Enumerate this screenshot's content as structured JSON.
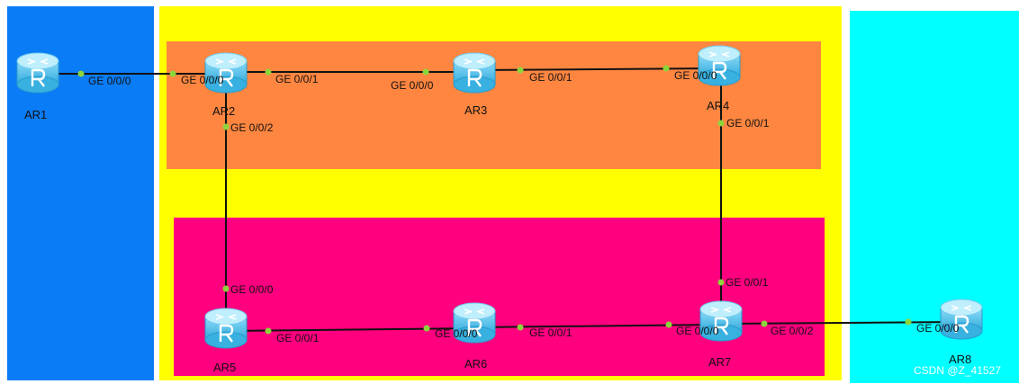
{
  "colors": {
    "area_left": "#0a7cf5",
    "area_middle": "#ffff00",
    "area_upper": "#ff8640",
    "area_lower": "#ff007f",
    "area_right": "#00ffff",
    "link": "#111111",
    "port_dot": "#8cd63c",
    "router_body": "#5ec8ef",
    "router_top": "#a8e6fb"
  },
  "router_icon": "router-icon",
  "routers": [
    {
      "id": "AR1",
      "label": "AR1"
    },
    {
      "id": "AR2",
      "label": "AR2"
    },
    {
      "id": "AR3",
      "label": "AR3"
    },
    {
      "id": "AR4",
      "label": "AR4"
    },
    {
      "id": "AR5",
      "label": "AR5"
    },
    {
      "id": "AR6",
      "label": "AR6"
    },
    {
      "id": "AR7",
      "label": "AR7"
    },
    {
      "id": "AR8",
      "label": "AR8"
    }
  ],
  "links": [
    {
      "from": "AR1",
      "from_port": "GE 0/0/0",
      "to": "AR2",
      "to_port": "GE 0/0/0"
    },
    {
      "from": "AR2",
      "from_port": "GE 0/0/1",
      "to": "AR3",
      "to_port": "GE 0/0/0"
    },
    {
      "from": "AR3",
      "from_port": "GE 0/0/1",
      "to": "AR4",
      "to_port": "GE 0/0/0"
    },
    {
      "from": "AR2",
      "from_port": "GE 0/0/2",
      "to": "AR5",
      "to_port": "GE 0/0/0"
    },
    {
      "from": "AR4",
      "from_port": "GE 0/0/1",
      "to": "AR7",
      "to_port": "GE 0/0/1"
    },
    {
      "from": "AR5",
      "from_port": "GE 0/0/1",
      "to": "AR6",
      "to_port": "GE 0/0/0"
    },
    {
      "from": "AR6",
      "from_port": "GE 0/0/1",
      "to": "AR7",
      "to_port": "GE 0/0/0"
    },
    {
      "from": "AR7",
      "from_port": "GE 0/0/2",
      "to": "AR8",
      "to_port": "GE 0/0/0"
    }
  ],
  "watermark": "CSDN @Z_41527"
}
